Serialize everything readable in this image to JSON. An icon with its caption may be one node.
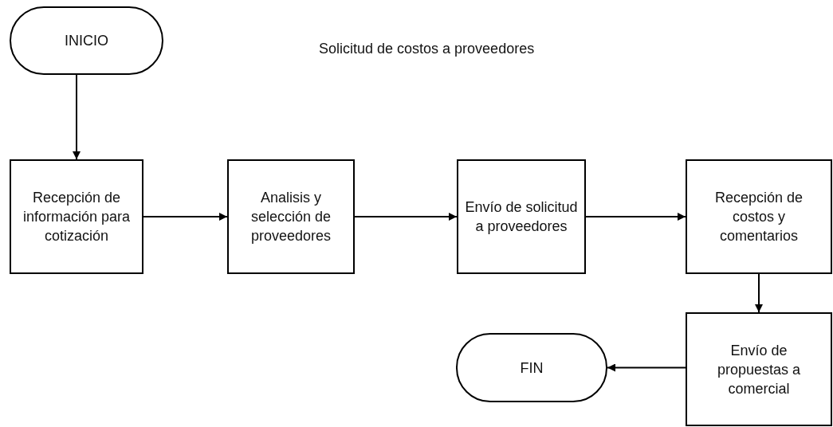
{
  "diagram": {
    "title": "Solicitud de costos a proveedores",
    "nodes": [
      {
        "text": [
          "INICIO"
        ]
      },
      {
        "text": [
          "Recepción de información para cotización"
        ]
      },
      {
        "text": [
          "Analisis y selección de proveedores"
        ]
      },
      {
        "text": [
          "Envío de solicitud a proveedores"
        ]
      },
      {
        "text": [
          "Recepción de costos y comentarios"
        ]
      },
      {
        "text": [
          "Envío de propuestas a comercial"
        ]
      },
      {
        "text": [
          "FIN"
        ]
      }
    ],
    "edges": [
      {
        "from": 0,
        "to": 1,
        "arrow": "to"
      },
      {
        "from": 1,
        "to": 2,
        "arrow": "to"
      },
      {
        "from": 2,
        "to": 3,
        "arrow": "to"
      },
      {
        "from": 3,
        "to": 4,
        "arrow": "to"
      },
      {
        "from": 4,
        "to": 5,
        "arrow": "to"
      },
      {
        "from": 5,
        "to": 6,
        "arrow": "to"
      }
    ]
  }
}
